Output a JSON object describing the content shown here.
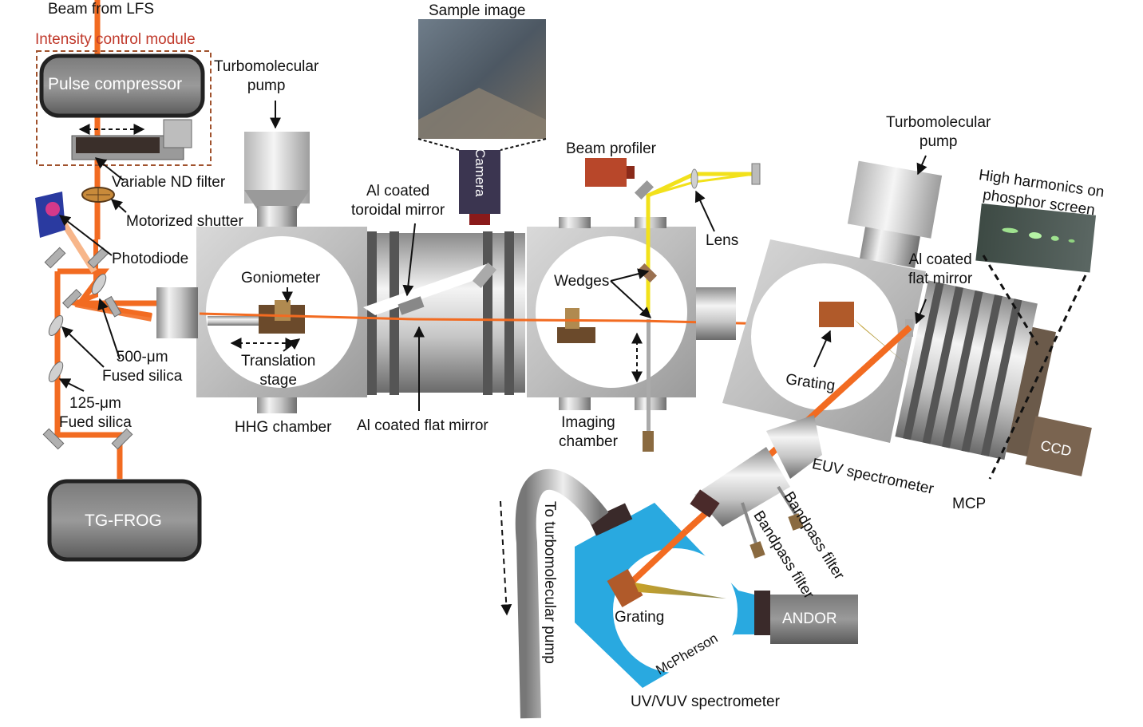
{
  "labels": {
    "beam_from_lfs": "Beam from LFS",
    "intensity_module": "Intensity control module",
    "pulse_compressor": "Pulse compressor",
    "variable_nd_filter": "Variable ND filter",
    "motorized_shutter": "Motorized shutter",
    "photodiode": "Photodiode",
    "fused_silica_500": "500-μm\nFused silica",
    "fused_silica_125": "125-μm\nFued silica",
    "tg_frog": "TG-FROG",
    "turbo_pump_1": "Turbomolecular\npump",
    "goniometer": "Goniometer",
    "translation_stage": "Translation\nstage",
    "hhg_chamber": "HHG chamber",
    "al_toroidal_mirror": "Al coated\ntoroidal mirror",
    "al_flat_mirror_1": "Al coated flat mirror",
    "sample_image": "Sample image",
    "camera": "Camera",
    "beam_profiler": "Beam profiler",
    "lens": "Lens",
    "wedges": "Wedges",
    "imaging_chamber": "Imaging\nchamber",
    "turbo_pump_2": "Turbomolecular\npump",
    "high_harmonics": "High harmonics on\nphosphor screen",
    "al_flat_mirror_2": "Al coated\nflat mirror",
    "grating_euv": "Grating",
    "euv_spectrometer": "EUV spectrometer",
    "mcp": "MCP",
    "ccd": "CCD",
    "bandpass_filter_1": "Bandpass filter",
    "bandpass_filter_2": "Bandpass filter",
    "to_turbo_pump": "To turbomolecular pump",
    "andor": "ANDOR",
    "grating_uv": "Grating",
    "mcpherson": "McPherson",
    "uv_vuv_spectrometer": "UV/VUV spectrometer"
  },
  "colors": {
    "beam": "#f26b21",
    "visible_beam": "#f2e11b",
    "module_border": "#a0522d",
    "module_text": "#c0392b",
    "mcpherson_body": "#29a9e0",
    "dark_box": "#555555"
  },
  "icons": [
    "pulse-compressor-box",
    "nd-filter-stage",
    "shutter-icon",
    "photodiode-icon",
    "turbo-pump-icon",
    "camera-icon",
    "beam-profiler-icon",
    "ccd-icon",
    "andor-icon"
  ]
}
